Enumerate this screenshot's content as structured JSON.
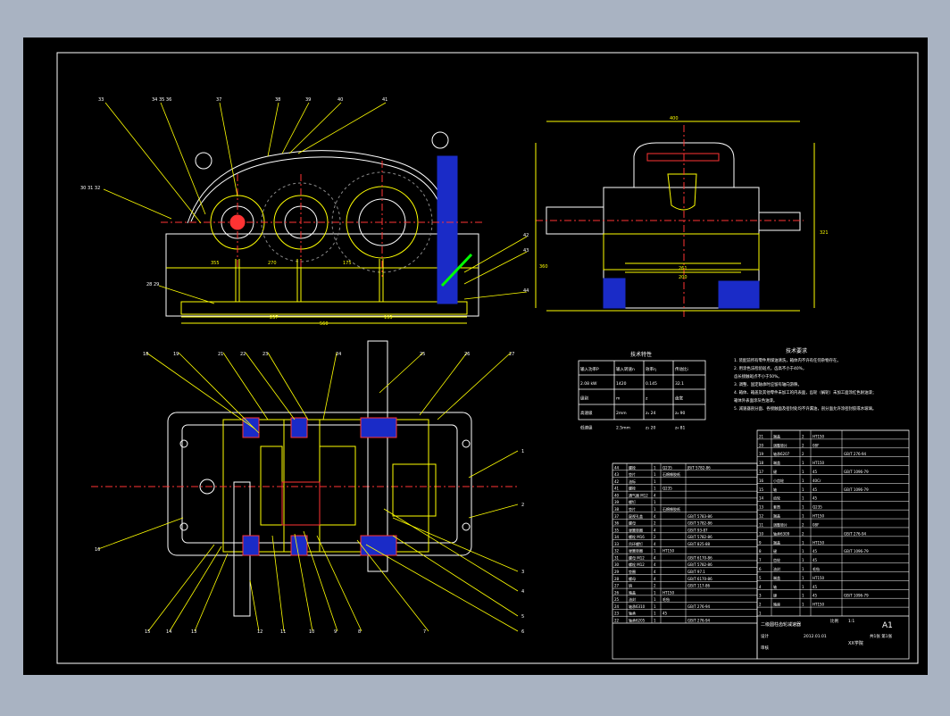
{
  "callouts_top_left": [
    "33",
    "34 35 36",
    "37",
    "38",
    "39",
    "40",
    "41",
    "30 31 32",
    "28 29",
    "42",
    "43",
    "44"
  ],
  "dims_top_left": [
    "355",
    "270",
    "175",
    "237",
    "193",
    "560",
    "355"
  ],
  "callouts_bottom_left": [
    "18",
    "19",
    "21",
    "22",
    "23",
    "24",
    "25",
    "26",
    "27",
    "1",
    "2",
    "3",
    "4",
    "5",
    "6",
    "7",
    "8",
    "9",
    "10",
    "11",
    "12",
    "13",
    "14",
    "15",
    "16",
    "17",
    "18"
  ],
  "dims_right": [
    "400",
    "261",
    "200",
    "360",
    "321"
  ],
  "spec_table": {
    "title": "技术特性",
    "headers": [
      "输入功率P",
      "输入转速n",
      "效率η",
      "传动比i"
    ],
    "rows": [
      [
        "2.08 kW",
        "1420",
        "0.145",
        "32.1"
      ],
      [
        "级别",
        "m",
        "z",
        "齿宽"
      ],
      [
        "高速级",
        "2mm",
        "z₁ 24",
        "z₂ 90"
      ],
      [
        "低速级",
        "2.5mm",
        "z₃ 20",
        "z₄ 81"
      ]
    ]
  },
  "tech_requirements": {
    "title": "技术要求",
    "items": [
      "1. 装配前所有零件用煤油清洗，箱体内不许有任何杂物存在。",
      "2. 用涂色法检验斑点，齿高不小于40%，",
      "齿长接触斑点不小于50%。",
      "3. 调整、固定轴承时应留有轴向游隙。",
      "4. 箱体、箱盖及其他零件未加工的内表面，齿轮（蜗轮）未加工面涂红色耐油漆；",
      "箱体外表面涂灰色油漆。",
      "5. 减速器剖分面、各接触面及密封处均不许漏油，剖分面允许涂密封胶或水玻璃。"
    ]
  },
  "parts_left": [
    [
      "44",
      "螺栓",
      "1",
      "Q235",
      "JB/T 5782-86"
    ],
    [
      "43",
      "垫片",
      "1",
      "石棉橡胶纸",
      ""
    ],
    [
      "42",
      "油标",
      "1",
      "",
      ""
    ],
    [
      "41",
      "螺栓",
      "1",
      "Q235",
      ""
    ],
    [
      "40",
      "通气器 M12",
      "4",
      "",
      ""
    ],
    [
      "39",
      "螺钉",
      "1",
      "",
      ""
    ],
    [
      "38",
      "垫片",
      "1",
      "石棉橡胶纸",
      ""
    ],
    [
      "37",
      "窥视孔盖",
      "4",
      "",
      "GB/T 5783-86"
    ],
    [
      "36",
      "螺母",
      "2",
      "",
      "GB/T 5782-86"
    ],
    [
      "35",
      "弹簧垫圈",
      "4",
      "",
      "GB/T 93-87"
    ],
    [
      "34",
      "螺栓 M16",
      "2",
      "",
      "GB/T 5782-86"
    ],
    [
      "33",
      "吊环螺钉",
      "4",
      "",
      "GB/T 825-88"
    ],
    [
      "32",
      "弹簧垫圈",
      "1",
      "HT150",
      ""
    ],
    [
      "31",
      "螺母 M12",
      "4",
      "",
      "GB/T 6170-86"
    ],
    [
      "30",
      "螺栓 M12",
      "4",
      "",
      "GB/T 5782-86"
    ],
    [
      "29",
      "垫圈",
      "4",
      "",
      "GB/T 97.1"
    ],
    [
      "28",
      "螺母",
      "4",
      "",
      "GB/T 6170-86"
    ],
    [
      "27",
      "销",
      "2",
      "",
      "GB/T 117-86"
    ],
    [
      "26",
      "箱盖",
      "1",
      "HT150",
      ""
    ],
    [
      "25",
      "油封",
      "1",
      "毛毡",
      ""
    ],
    [
      "24",
      "轴承6310",
      "1",
      "",
      "GB/T 276-94"
    ],
    [
      "23",
      "轴承",
      "1",
      "45",
      ""
    ],
    [
      "22",
      "轴承6205",
      "1",
      "",
      "GB/T 276-94"
    ]
  ],
  "parts_right": [
    [
      "21",
      "端盖",
      "2",
      "HT150",
      ""
    ],
    [
      "20",
      "调整垫片",
      "2",
      "08F",
      ""
    ],
    [
      "19",
      "轴承6207",
      "2",
      "",
      "GB/T 276-94"
    ],
    [
      "18",
      "端盖",
      "1",
      "HT150",
      ""
    ],
    [
      "17",
      "键",
      "1",
      "45",
      "GB/T 1096-79"
    ],
    [
      "16",
      "小齿轮",
      "1",
      "40Cr",
      ""
    ],
    [
      "15",
      "轴",
      "1",
      "45",
      "GB/T 1096-79"
    ],
    [
      "14",
      "齿轮",
      "1",
      "45",
      ""
    ],
    [
      "13",
      "套筒",
      "1",
      "Q235",
      ""
    ],
    [
      "12",
      "端盖",
      "1",
      "HT150",
      ""
    ],
    [
      "11",
      "调整垫片",
      "2",
      "08F",
      ""
    ],
    [
      "10",
      "轴承6309",
      "2",
      "",
      "GB/T 276-94"
    ],
    [
      "9",
      "端盖",
      "1",
      "HT150",
      ""
    ],
    [
      "8",
      "键",
      "1",
      "45",
      "GB/T 1096-79"
    ],
    [
      "7",
      "齿轮",
      "1",
      "45",
      ""
    ],
    [
      "6",
      "油封",
      "1",
      "毛毡",
      ""
    ],
    [
      "5",
      "端盖",
      "1",
      "HT150",
      ""
    ],
    [
      "4",
      "轴",
      "1",
      "45",
      ""
    ],
    [
      "3",
      "键",
      "1",
      "45",
      "GB/T 1096-79"
    ],
    [
      "2",
      "箱座",
      "1",
      "HT150",
      ""
    ],
    [
      "1",
      "",
      "",
      "",
      ""
    ]
  ],
  "title_block": {
    "name": "二级圆柱齿轮减速器",
    "scale_label": "比例",
    "scale": "1:1",
    "sheet": "A1",
    "drawn": "设计",
    "checked": "审核",
    "date": "2012.01.01",
    "school": "XX学院",
    "sheet_no": "共1张 第1张"
  }
}
